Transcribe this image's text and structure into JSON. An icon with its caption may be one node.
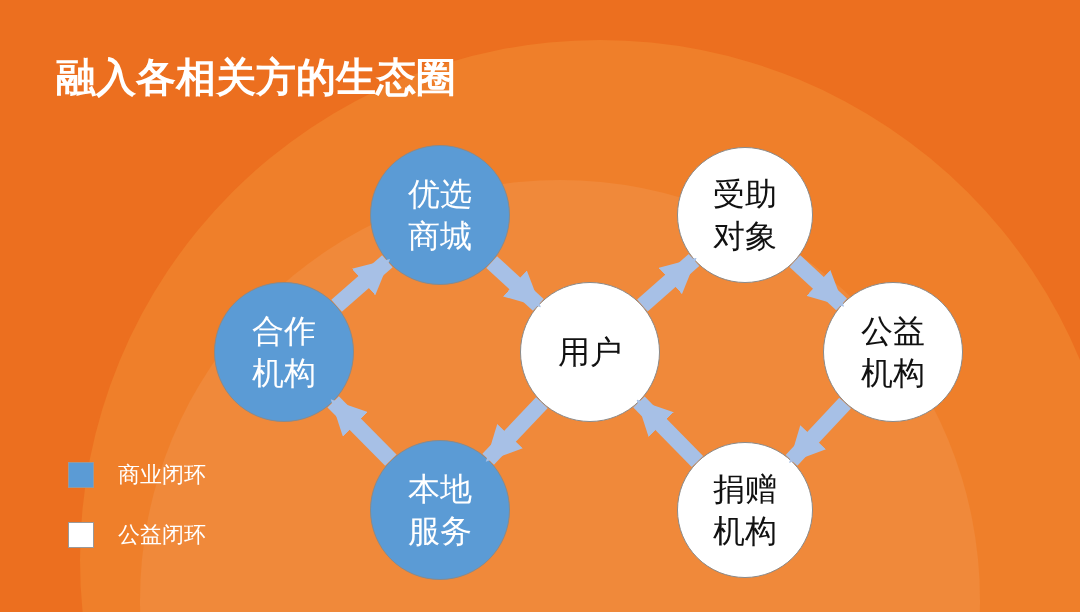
{
  "diagram": {
    "title": "融入各相关方的生态圈",
    "nodes": [
      {
        "text": [
          "优选商城"
        ]
      },
      {
        "text": [
          "用户"
        ]
      },
      {
        "text": [
          "本地服务"
        ]
      },
      {
        "text": [
          "合作机构"
        ]
      },
      {
        "text": [
          "受助对象"
        ]
      },
      {
        "text": [
          "公益机构"
        ]
      },
      {
        "text": [
          "捐赠机构"
        ]
      }
    ],
    "edges": [
      {
        "from": 3,
        "to": 0,
        "arrow": "to"
      },
      {
        "from": 0,
        "to": 1,
        "arrow": "to"
      },
      {
        "from": 1,
        "to": 2,
        "arrow": "to"
      },
      {
        "from": 2,
        "to": 3,
        "arrow": "to"
      },
      {
        "from": 1,
        "to": 4,
        "arrow": "to"
      },
      {
        "from": 4,
        "to": 5,
        "arrow": "to"
      },
      {
        "from": 5,
        "to": 6,
        "arrow": "to"
      },
      {
        "from": 6,
        "to": 1,
        "arrow": "to"
      }
    ],
    "legend": [
      {
        "text": "商业闭环",
        "color": "#5b9bd5"
      },
      {
        "text": "公益闭环",
        "color": "#ffffff"
      }
    ]
  }
}
